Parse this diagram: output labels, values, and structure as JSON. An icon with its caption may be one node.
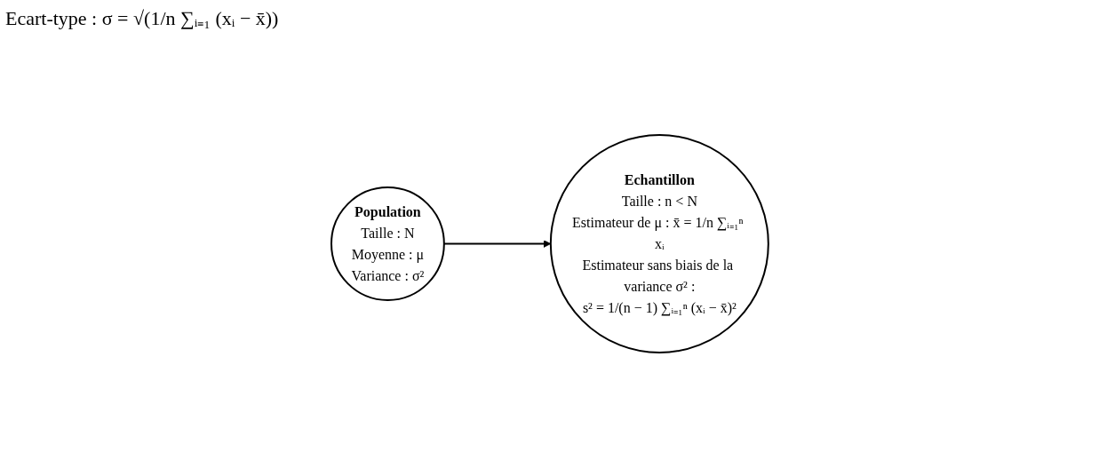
{
  "diagram": {
    "nodes": [
      {
        "text": [
          "Population",
          "Taille : N",
          "Moyenne : μ",
          "Variance : σ²"
        ]
      },
      {
        "text": [
          "Echantillon",
          "Taille : n < N",
          "Estimateur de μ : x̄ = 1/n ∑ᵢ₌₁ⁿ xᵢ",
          "Estimateur sans biais de la variance σ² :",
          "s² = 1/(n − 1) ∑ᵢ₌₁ⁿ (xᵢ − x̄)²"
        ]
      }
    ],
    "edges": [
      {
        "from": 0,
        "to": 1,
        "arrow": "to"
      }
    ],
    "labels": [
      "Ecart-type : σ = √(1/n ∑ᵢ₌₁ (xᵢ − x̄))"
    ]
  }
}
